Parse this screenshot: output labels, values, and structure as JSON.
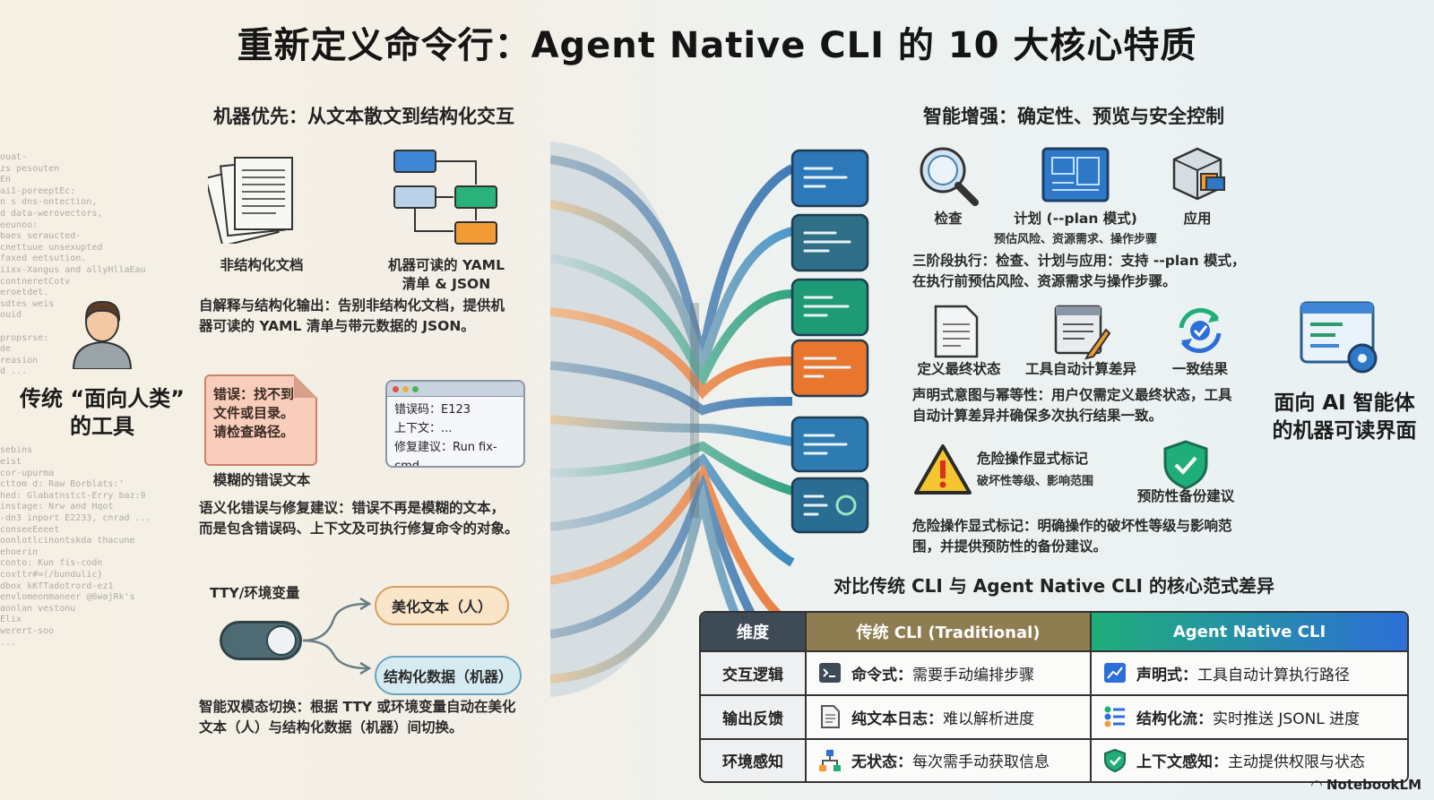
{
  "title": "重新定义命令行：Agent Native CLI 的 10 大核心特质",
  "left": {
    "section_title": "机器优先：从文本散文到结构化交互",
    "human_label_line1": "传统 “面向人类”",
    "human_label_line2": "的工具",
    "unstructured_label": "非结构化文档",
    "yaml_label_line1": "机器可读的 YAML",
    "yaml_label_line2": "清单 & JSON",
    "desc1_line1": "自解释与结构化输出：告别非结构化文档，提供机",
    "desc1_line2": "器可读的 YAML 清单与带元数据的 JSON。",
    "err_doc_lines": [
      "错误：找不到",
      "文件或目录。",
      "请检查路径。"
    ],
    "err_doc_label": "模糊的错误文本",
    "err_win_lines": [
      "错误码：E123",
      "上下文：...",
      "修复建议：Run fix-cmd"
    ],
    "desc2_line1": "语义化错误与修复建议：错误不再是模糊的文本，",
    "desc2_line2": "而是包含错误码、上下文及可执行修复命令的对象。",
    "tty_label": "TTY/环境变量",
    "pill_human": "美化文本（人）",
    "pill_machine": "结构化数据（机器）",
    "desc3_line1": "智能双模态切换：根据 TTY 或环境变量自动在美化",
    "desc3_line2": "文本（人）与结构化数据（机器）间切换。",
    "ghost_lines": [
      "ouat-",
      "zs pesouten",
      "En",
      "ai1-poreeptEc:",
      "n s dns-ontection,",
      "d data-werovectors,",
      "eeunoo:",
      "baes seraucted-",
      "cnettuue unsexupted",
      "faxed eetsution.",
      "iixx-Xangus and allyHllaEau",
      "contneretCotv",
      "eroetdet.",
      "sdtes weis",
      "ouid",
      "",
      "propsrse:",
      "de",
      "reasion",
      "d ...",
      "",
      "",
      "",
      "",
      "",
      "",
      "sebins",
      "eist",
      "cor-upurma",
      "cttom d: Raw Borblats:'",
      "hed: Glabatnstct-Erry baz:9",
      "instage: Nrw and Hqot",
      "-dn3 inport E2233, cnrad ...",
      "conseeEeeet",
      "oonlotlcinontskda thacune",
      "ehoerin",
      "conto: Kun fis-code",
      "coxttr#=(/bundulic}",
      "dbox kKfTadotrord-ez1",
      "envlomeonmaneer @6wajRk's",
      "aonlan vestonu",
      "Elix",
      "werert-soo",
      "..."
    ]
  },
  "right": {
    "section_title": "智能增强：确定性、预览与安全控制",
    "inspect_label": "检查",
    "plan_label": "计划 (--plan 模式)",
    "plan_sub": "预估风险、资源需求、操作步骤",
    "apply_label": "应用",
    "desc1_line1": "三阶段执行：检查、计划与应用：支持 --plan 模式，",
    "desc1_line2": "在执行前预估风险、资源需求与操作步骤。",
    "define_state_label": "定义最终状态",
    "diff_label": "工具自动计算差异",
    "consistent_label": "一致结果",
    "desc2_line1": "声明式意图与幂等性：用户仅需定义最终状态，工具",
    "desc2_line2": "自动计算差异并确保多次执行结果一致。",
    "danger_label": "危险操作显式标记",
    "danger_sub": "破坏性等级、影响范围",
    "backup_label": "预防性备份建议",
    "desc3_line1": "危险操作显式标记：明确操作的破坏性等级与影响范",
    "desc3_line2": "围，并提供预防性的备份建议。",
    "ai_label_line1": "面向 AI 智能体",
    "ai_label_line2": "的机器可读界面"
  },
  "comparison": {
    "title": "对比传统 CLI 与 Agent Native CLI 的核心范式差异",
    "headers": [
      "维度",
      "传统 CLI (Traditional)",
      "Agent Native CLI"
    ],
    "rows": [
      {
        "dim": "交互逻辑",
        "trad_bold": "命令式：",
        "trad_text": "需要手动编排步骤",
        "agent_bold": "声明式：",
        "agent_text": "工具自动计算执行路径"
      },
      {
        "dim": "输出反馈",
        "trad_bold": "纯文本日志：",
        "trad_text": "难以解析进度",
        "agent_bold": "结构化流：",
        "agent_text": "实时推送 JSONL 进度"
      },
      {
        "dim": "环境感知",
        "trad_bold": "无状态：",
        "trad_text": "每次需手动获取信息",
        "agent_bold": "上下文感知：",
        "agent_text": "主动提供权限与状态"
      }
    ]
  },
  "brand": "NotebookLM",
  "colors": {
    "header_dim": "#3f4a57",
    "header_trad": "#8f7d52",
    "header_agent_start": "#1fae7a",
    "header_agent_end": "#2d6fd8"
  }
}
